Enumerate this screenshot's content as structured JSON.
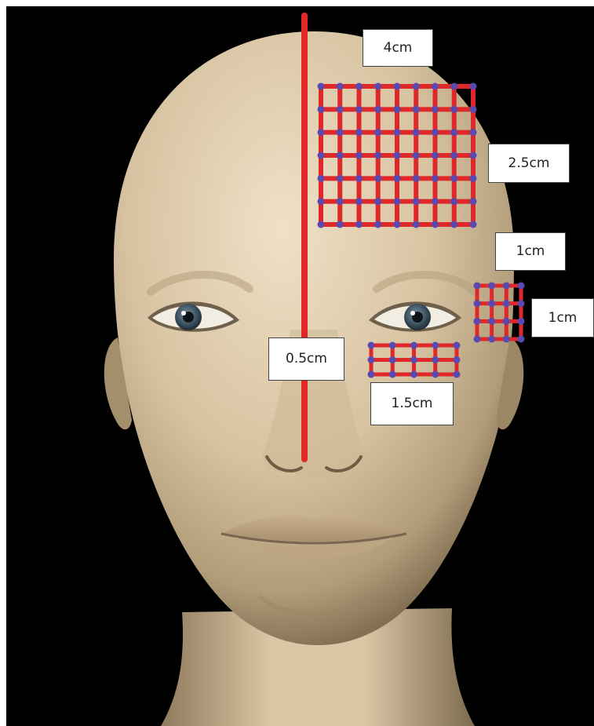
{
  "labels": {
    "forehead_width": "4cm",
    "forehead_height": "2.5cm",
    "cheek_width": "1cm",
    "cheek_height": "1cm",
    "midline_spacing": "0.5cm",
    "under_eye_width": "1.5cm"
  },
  "colors": {
    "background": "#000000",
    "skin_light": "#e9d8bc",
    "skin_mid": "#cbb692",
    "skin_dark": "#8f7b5c",
    "grid_line": "#e02828",
    "grid_point": "#5a4ab0",
    "label_bg": "#ffffff",
    "label_border": "#444444",
    "iris": "#3e5563"
  },
  "grids": {
    "forehead": {
      "columns": 8,
      "rows": 6
    },
    "cheek": {
      "columns": 3,
      "rows": 3
    },
    "under_eye": {
      "columns": 4,
      "rows": 2
    }
  }
}
